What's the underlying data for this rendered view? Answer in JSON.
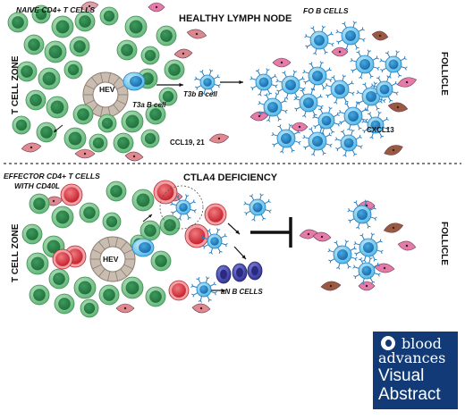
{
  "top": {
    "title": "HEALTHY LYMPH NODE",
    "naive_label": "NAIVE CD4+ T CELLS",
    "fo_label": "FO B CELLS",
    "tcell_zone": "T CELL ZONE",
    "follicle": "FOLLICLE",
    "hev": "HEV",
    "t3a": "T3a B cell",
    "t3b": "T3b B cell",
    "ccl": "CCL19, 21",
    "cxcl": "CXCL13"
  },
  "bottom": {
    "title": "CTLA4 DEFICIENCY",
    "effector_label_1": "EFFECTOR CD4+ T CELLS",
    "effector_label_2": "WITH CD40L",
    "tcell_zone": "T CELL ZONE",
    "follicle": "FOLLICLE",
    "hev": "HEV",
    "an_b": "aN B CELLS"
  },
  "logo": {
    "line1": "blood",
    "line2": "advances",
    "line3": "Visual",
    "line4": "Abstract"
  },
  "colors": {
    "t_cell": "#66bb7a",
    "t_cell_nucleus": "#2f8a4e",
    "effector": "#d8262f",
    "b_cell": "#2aa0dd",
    "an_b_cell": "#4a4fb8",
    "hev": "#b8aba0",
    "stromal_pink": "#e57ba8",
    "stromal_brown": "#9a5a3f",
    "logo_bg": "#123a77"
  }
}
